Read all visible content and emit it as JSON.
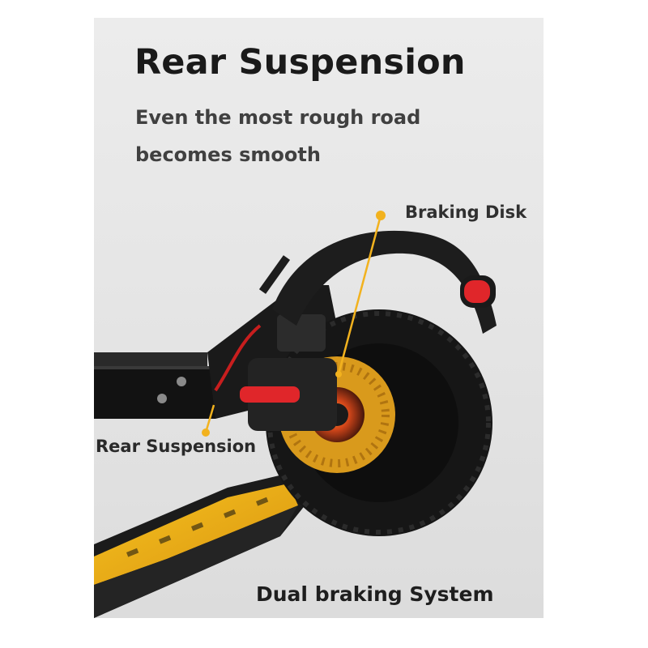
{
  "heading": {
    "title": "Rear Suspension",
    "subtitle_line1": "Even the most rough road",
    "subtitle_line2": "becomes smooth"
  },
  "callouts": {
    "braking_disk": "Braking Disk",
    "rear_suspension": "Rear Suspension",
    "dual_braking": "Dual braking System"
  },
  "colors": {
    "accent_yellow": "#f2b21e",
    "reflector_red": "#e0262a",
    "disc_gold": "#d99a1c",
    "body_black": "#1c1c1c"
  }
}
